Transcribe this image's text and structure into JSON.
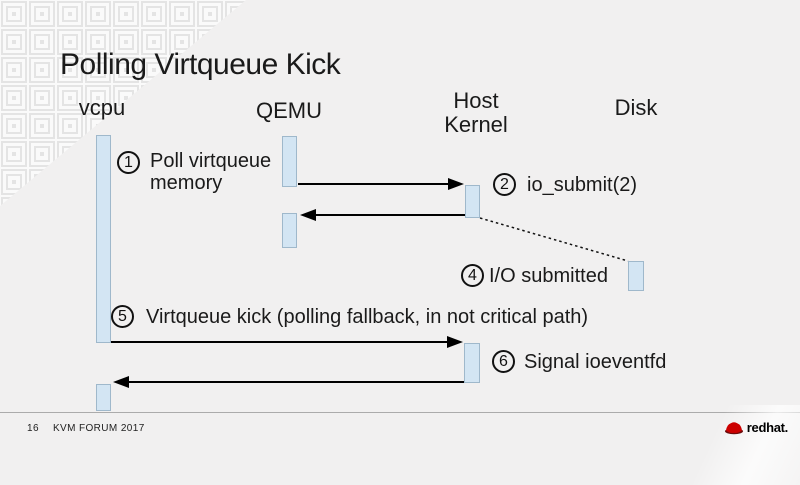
{
  "slide": {
    "title": "Polling Virtqueue Kick"
  },
  "diagram": {
    "lanes": [
      {
        "id": "vcpu",
        "label": "vcpu"
      },
      {
        "id": "qemu",
        "label": "QEMU"
      },
      {
        "id": "host-kernel",
        "label": "Host Kernel"
      },
      {
        "id": "disk",
        "label": "Disk"
      }
    ],
    "steps": [
      {
        "num": "1",
        "label": "Poll virtqueue memory"
      },
      {
        "num": "2",
        "label": "io_submit(2)"
      },
      {
        "num": "4",
        "label": "I/O submitted"
      },
      {
        "num": "5",
        "label": "Virtqueue kick (polling fallback, in not critical path)"
      },
      {
        "num": "6",
        "label": "Signal ioeventfd"
      }
    ],
    "colors": {
      "bar_fill": "#d3e5f3",
      "bar_border": "#9fb8cb",
      "arrow": "#000000"
    }
  },
  "footer": {
    "page": "16",
    "event": "KVM FORUM 2017"
  },
  "logo": {
    "text": "redhat."
  }
}
